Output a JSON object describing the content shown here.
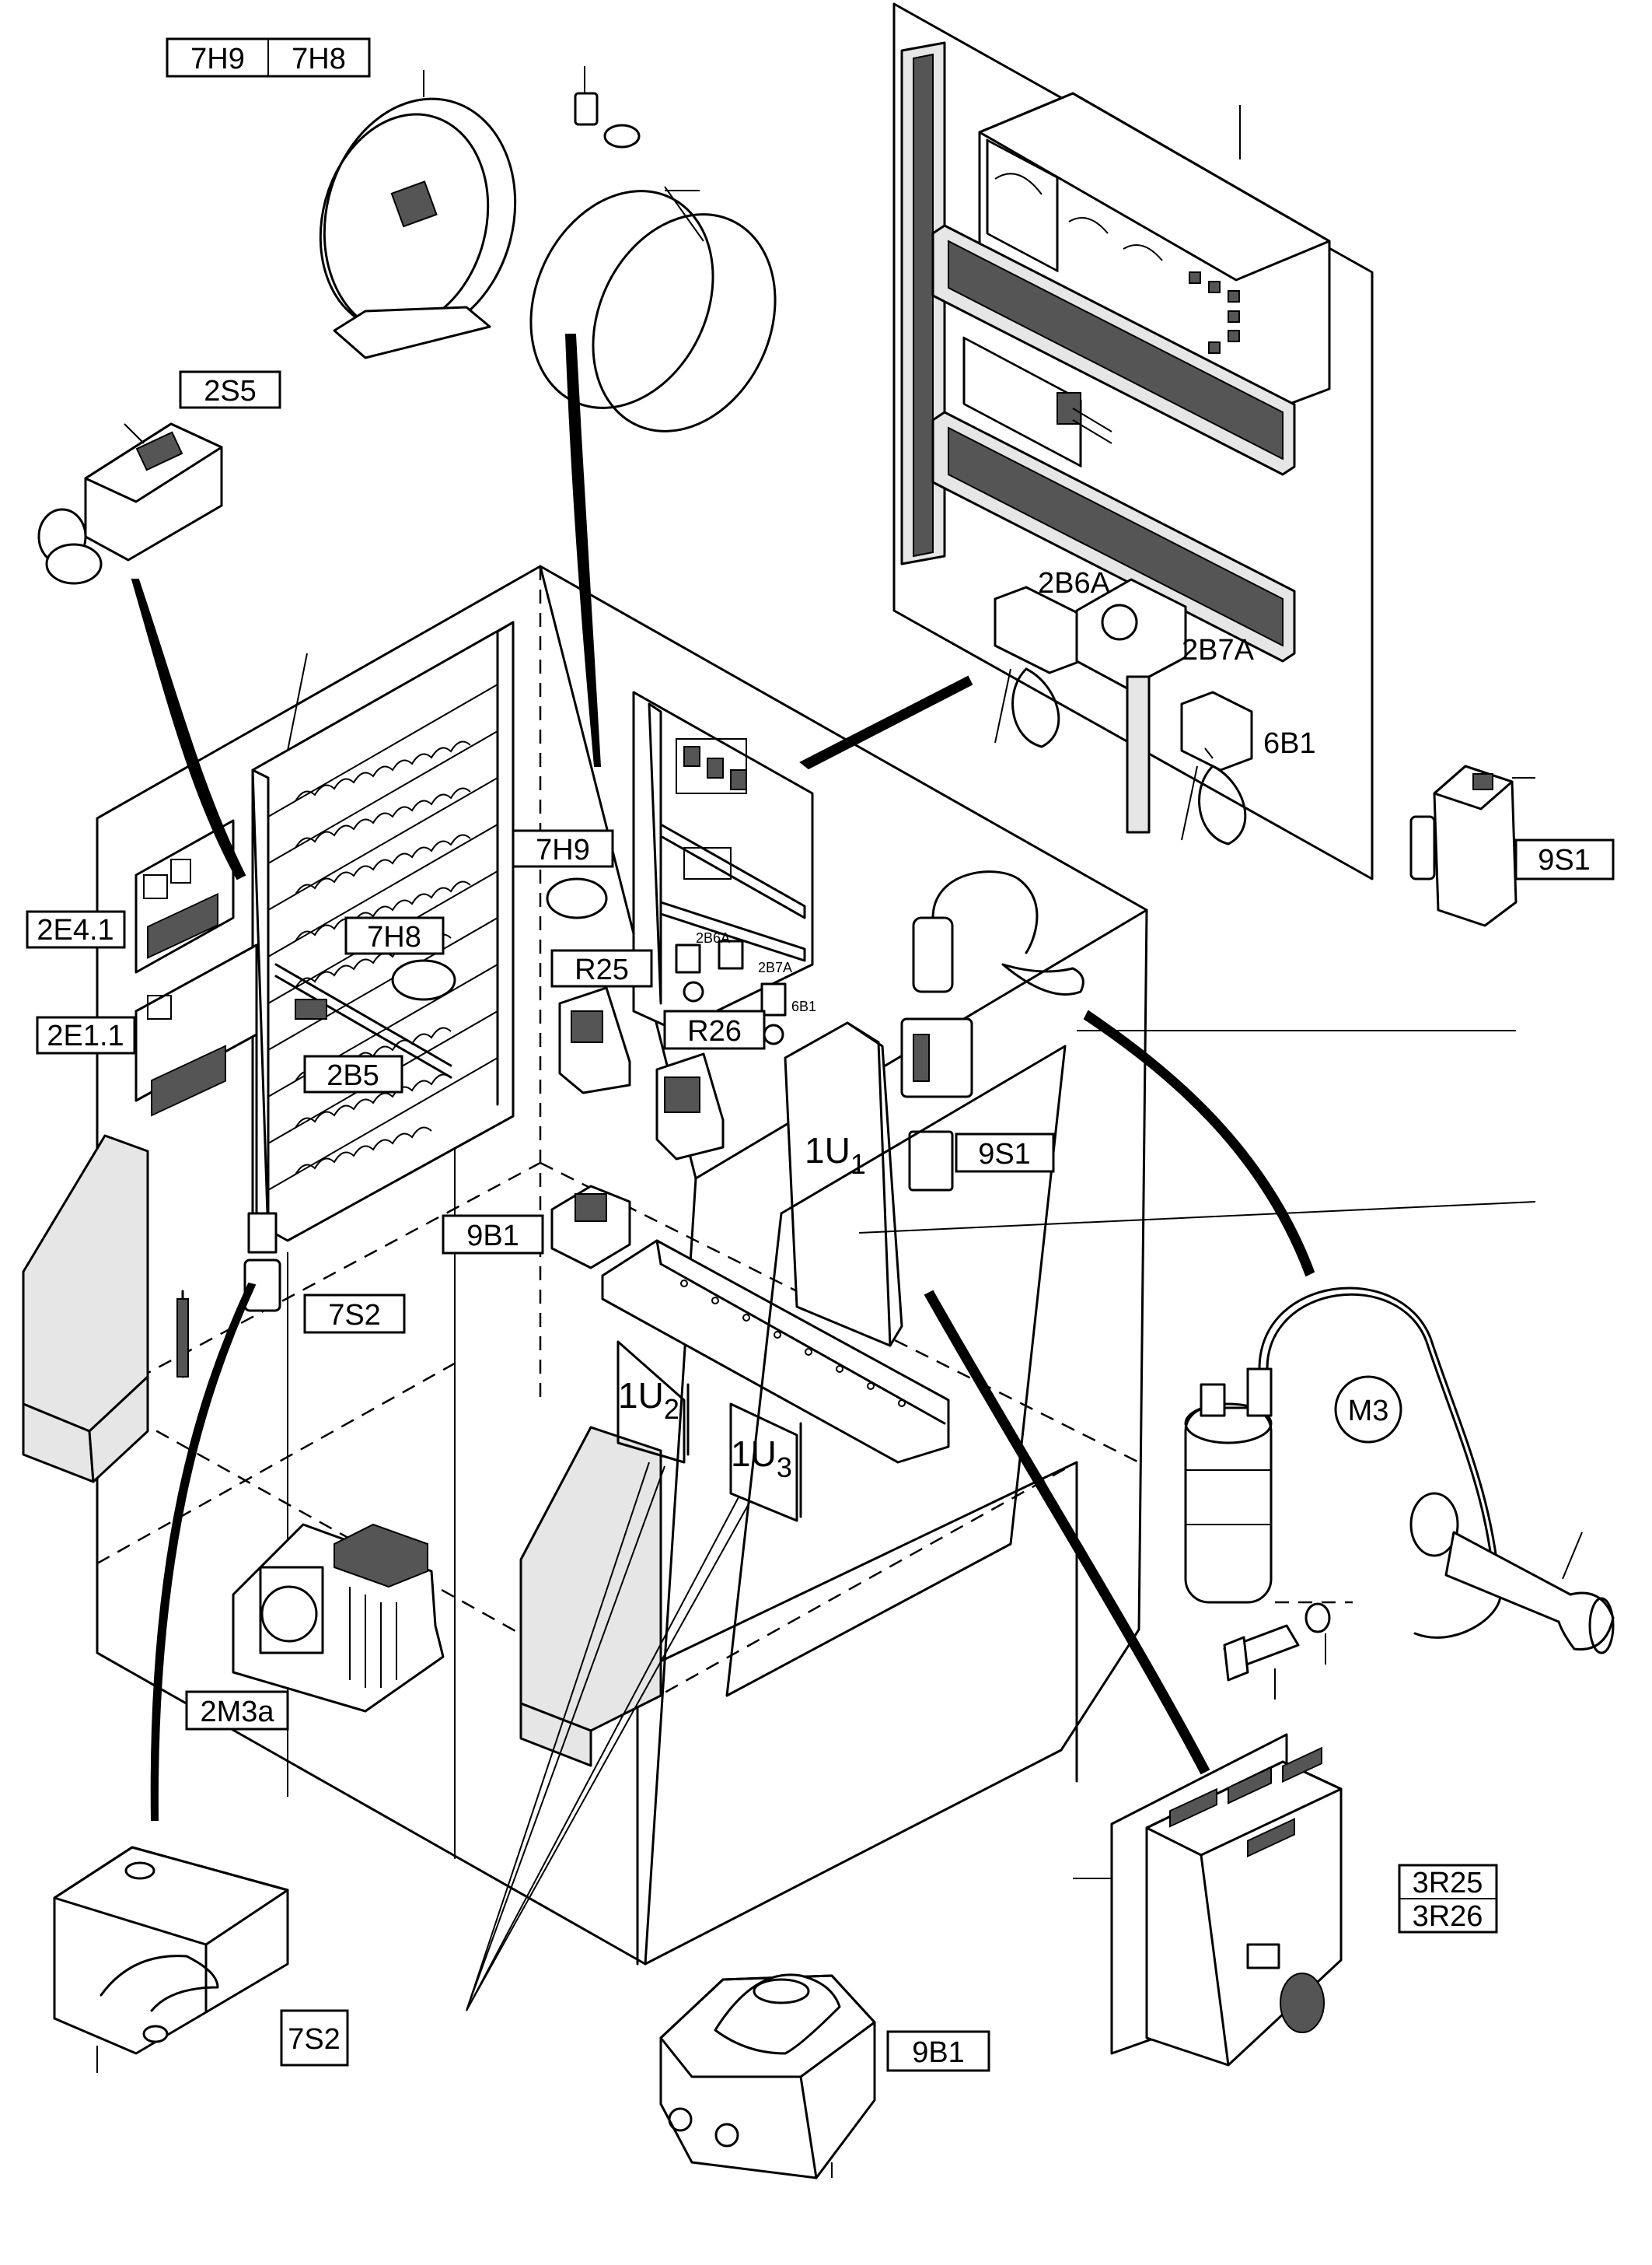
{
  "labels": {
    "7H9_top": "7H9",
    "7H8_top": "7H8",
    "2S5": "2S5",
    "2B6A": "2B6A",
    "2B7A": "2B7A",
    "6B1": "6B1",
    "9S1_right": "9S1",
    "2E4_1": "2E4.1",
    "2E1_1": "2E1.1",
    "7H9_mid": "7H9",
    "7H8_mid": "7H8",
    "2B5": "2B5",
    "R25": "R25",
    "R26": "R26",
    "2B6A_small": "2B6A",
    "2B7A_small": "2B7A",
    "6B1_small": "6B1",
    "1U1": "1U",
    "1U1_sub": "1",
    "9S1_mid": "9S1",
    "9B1_mid": "9B1",
    "7S2_mid": "7S2",
    "1U2": "1U",
    "1U2_sub": "2",
    "1U3": "1U",
    "1U3_sub": "3",
    "M3": "M3",
    "2M3a": "2M3a",
    "7S2_bottom": "7S2",
    "9B1_bottom": "9B1",
    "3R25": "3R25",
    "3R26": "3R26"
  }
}
